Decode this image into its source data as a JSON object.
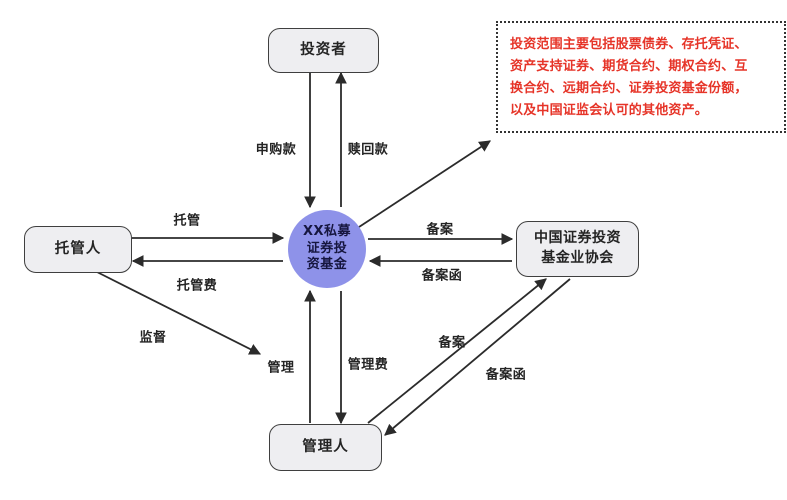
{
  "diagram": {
    "nodes": {
      "investor": "投资者",
      "custodian": "托管人",
      "manager": "管理人",
      "association": {
        "line1": "中国证券投资",
        "line2": "基金业协会"
      },
      "fund": {
        "line1": "XX私募",
        "line2": "证券投",
        "line3": "资基金"
      }
    },
    "edge_labels": {
      "subscription": "申购款",
      "redemption": "赎回款",
      "custody": "托管",
      "custody_fee": "托管费",
      "supervision": "监督",
      "filing_top": "备案",
      "filing_letter_top": "备案函",
      "management": "管理",
      "management_fee": "管理费",
      "filing_bottom": "备案",
      "filing_letter_bottom": "备案函"
    },
    "note": {
      "lines": [
        "投资范围主要包括股票债券、存托凭证、",
        "资产支持证券、期货合约、期权合约、互",
        "换合约、远期合约、证券投资基金份额，",
        "以及中国证监会认可的其他资产。"
      ]
    },
    "colors": {
      "fund_circle": "#8e92e9",
      "node_fill": "#eeeef1",
      "node_border": "#3f3f3f",
      "arrow": "#2b2b2b",
      "note_text": "#e63428"
    }
  }
}
